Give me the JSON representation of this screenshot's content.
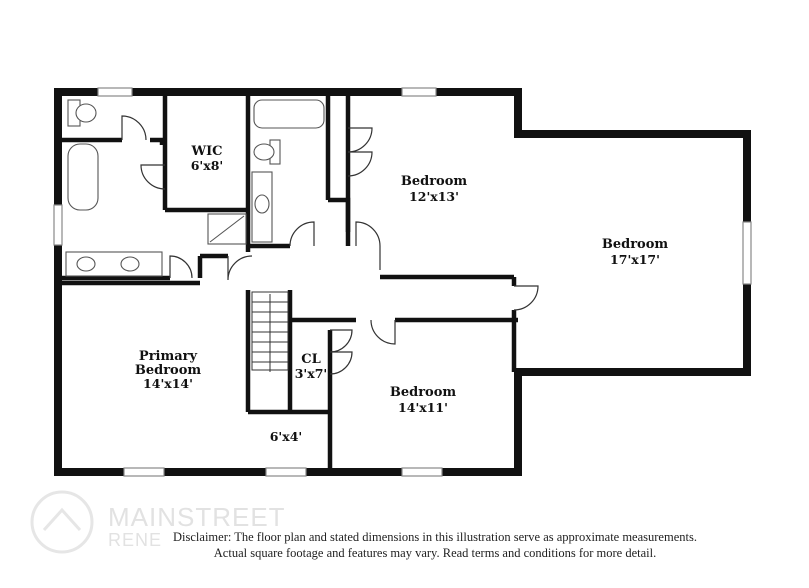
{
  "rooms": {
    "wic": {
      "name": "WIC",
      "dim": "6'x8'"
    },
    "bedroom_top": {
      "name": "Bedroom",
      "dim": "12'x13'"
    },
    "bedroom_right": {
      "name": "Bedroom",
      "dim": "17'x17'"
    },
    "primary": {
      "name1": "Primary",
      "name2": "Bedroom",
      "dim": "14'x14'"
    },
    "closet": {
      "name": "CL",
      "dim": "3'x7'"
    },
    "bedroom_bottom": {
      "name": "Bedroom",
      "dim": "14'x11'"
    },
    "landing": {
      "dim": "6'x4'"
    }
  },
  "disclaimer": {
    "line1": "Disclaimer: The floor plan and stated dimensions in this illustration serve as approximate measurements.",
    "line2": "Actual square footage and features may vary. Read terms and conditions for more detail."
  },
  "watermark": {
    "brand": "MAINSTREET",
    "sub": "RENE"
  }
}
